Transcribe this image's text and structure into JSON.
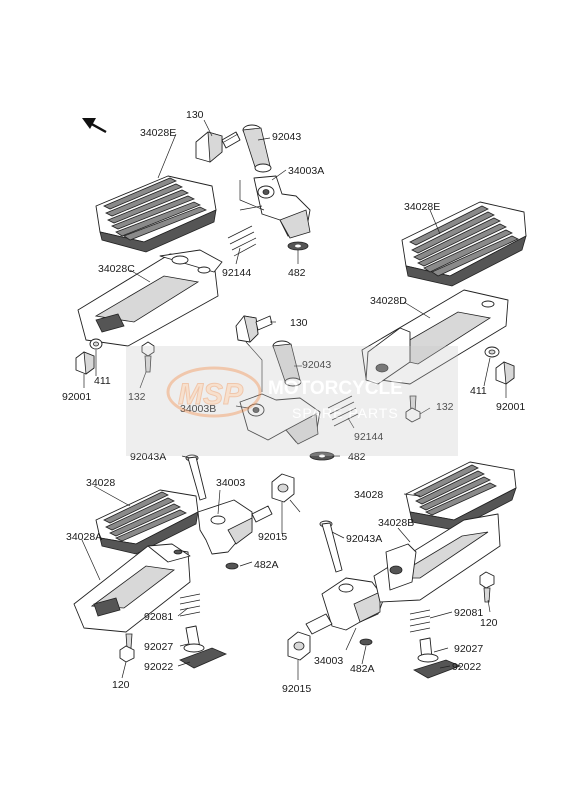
{
  "diagram": {
    "labels": {
      "130_top": "130",
      "92043_top": "92043",
      "34028E_left": "34028E",
      "34003A": "34003A",
      "34028E_right": "34028E",
      "92144_top": "92144",
      "482_top": "482",
      "34028C": "34028C",
      "34028D": "34028D",
      "130_mid": "130",
      "411_left": "411",
      "92001_left": "92001",
      "132_left": "132",
      "92043_mid": "92043",
      "34003B": "34003B",
      "92144_mid": "92144",
      "482_mid": "482",
      "411_right": "411",
      "92001_right": "92001",
      "132_right": "132",
      "92043A_left": "92043A",
      "34003_left": "34003",
      "34028_left": "34028",
      "34028_right": "34028",
      "92015_left": "92015",
      "92043A_right": "92043A",
      "34028B": "34028B",
      "34028A": "34028A",
      "482A_left": "482A",
      "92081_left": "92081",
      "92027_left": "92027",
      "92022_left": "92022",
      "120_left": "120",
      "120_right": "120",
      "92081_right": "92081",
      "34003_right": "34003",
      "482A_right": "482A",
      "92027_right": "92027",
      "92015_right": "92015",
      "92022_right": "92022"
    },
    "watermark": {
      "logo": "MSP",
      "line1": "MOTORCYCLE",
      "line2": "SPARE PARTS"
    },
    "arrow_icon": "front-direction-arrow"
  }
}
